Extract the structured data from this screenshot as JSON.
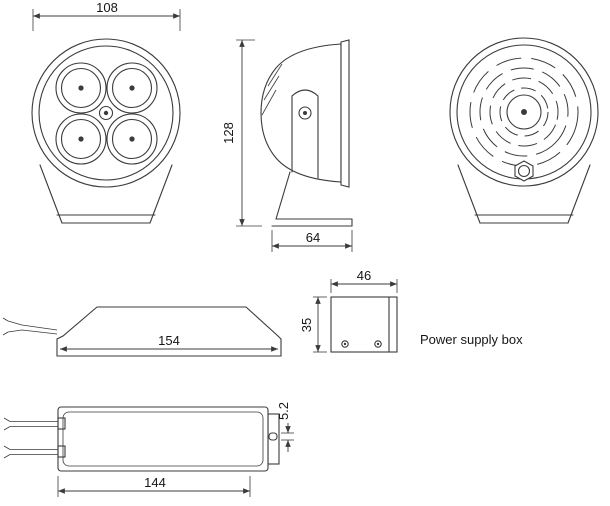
{
  "drawing": {
    "lamp": {
      "front_width": "108",
      "side_height": "128",
      "side_depth": "64"
    },
    "power_supply": {
      "label": "Power supply box",
      "side_length": "154",
      "end_width": "46",
      "end_height": "35",
      "top_length": "144",
      "slot_width": "5.2"
    }
  }
}
